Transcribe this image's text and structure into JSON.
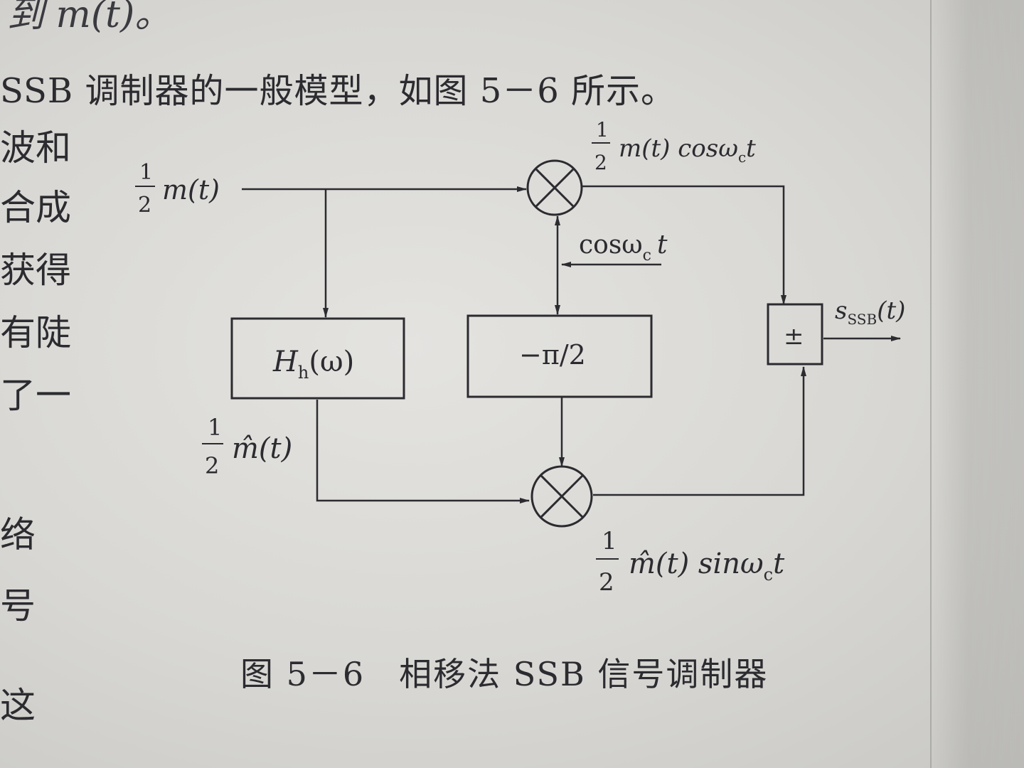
{
  "page": {
    "top_fragment": "到 m(t)。",
    "intro_line": "SSB 调制器的一般模型，如图 5－6 所示。",
    "margin_chars": [
      "波和",
      "合成",
      "获得",
      "有陡",
      "了一",
      "络",
      "号",
      "这"
    ],
    "caption": "图 5－6　相移法 SSB 信号调制器"
  },
  "diagram": {
    "input_label": {
      "frac_num": "1",
      "frac_den": "2",
      "expr": "m(t)"
    },
    "top_output_label": {
      "frac_num": "1",
      "frac_den": "2",
      "expr": "m(t) cosω",
      "sub": "c",
      "tail": "t"
    },
    "carrier_label": {
      "expr": "cosω",
      "sub": "c",
      "tail": "t"
    },
    "hilbert_block": {
      "main": "H",
      "sub": "h",
      "arg": "(ω)"
    },
    "phase_block": {
      "text": "−π/2"
    },
    "hilbert_output_label": {
      "frac_num": "1",
      "frac_den": "2",
      "expr": "m̂(t)"
    },
    "bottom_output_label": {
      "frac_num": "1",
      "frac_den": "2",
      "expr": "m̂(t) sinω",
      "sub": "c",
      "tail": "t"
    },
    "summer_block": {
      "text": "±"
    },
    "output_label": {
      "main": "s",
      "sub": "SSB",
      "arg": "(t)"
    }
  }
}
